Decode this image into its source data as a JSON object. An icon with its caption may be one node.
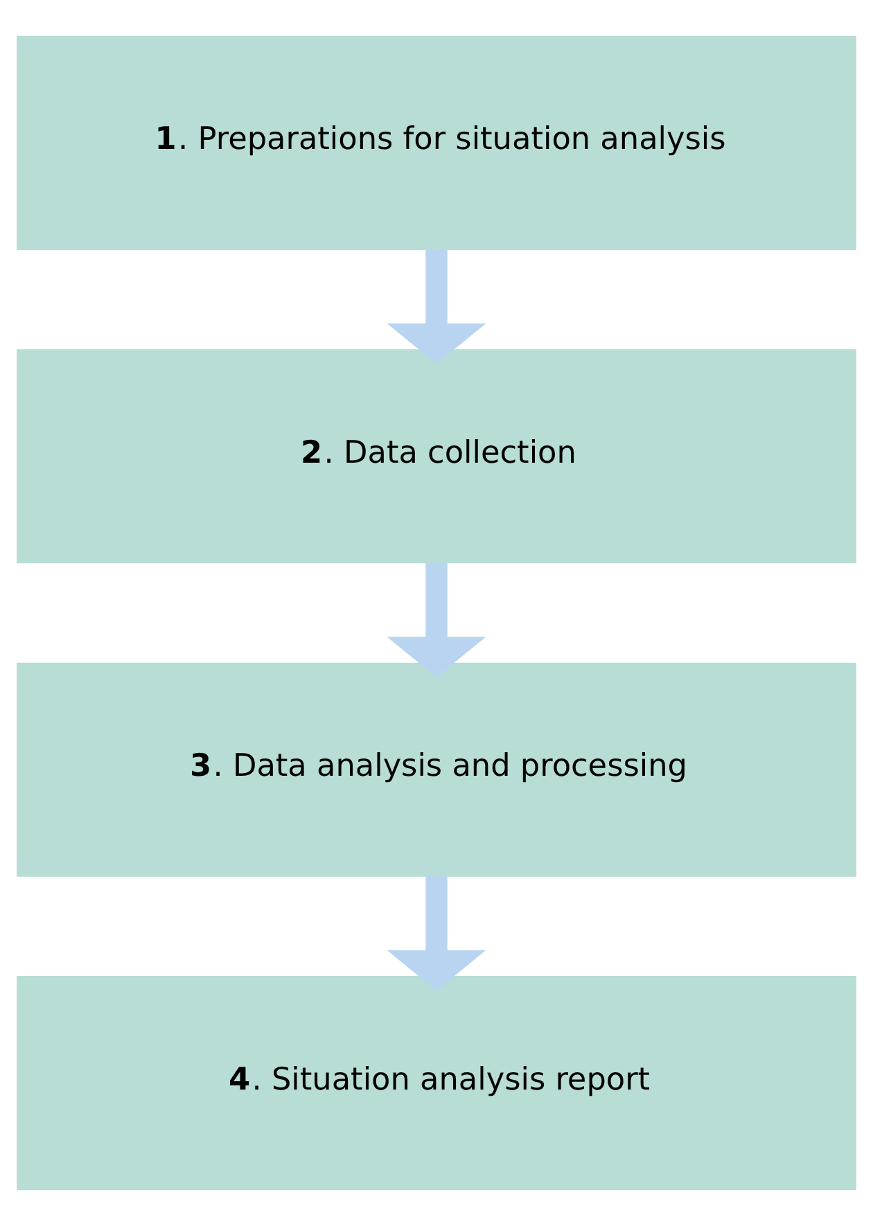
{
  "diagram": {
    "nodes": [
      {
        "text": [
          "**1**. Preparations for situation analysis"
        ]
      },
      {
        "text": [
          "**2**. Data collection"
        ]
      },
      {
        "text": [
          "**3**. Data analysis and processing"
        ]
      },
      {
        "text": [
          "**4**. Situation analysis report"
        ]
      }
    ],
    "edges": [
      {
        "from": 0,
        "to": 1,
        "arrow": "to"
      },
      {
        "from": 1,
        "to": 2,
        "arrow": "to"
      },
      {
        "from": 2,
        "to": 3,
        "arrow": "to"
      }
    ]
  }
}
